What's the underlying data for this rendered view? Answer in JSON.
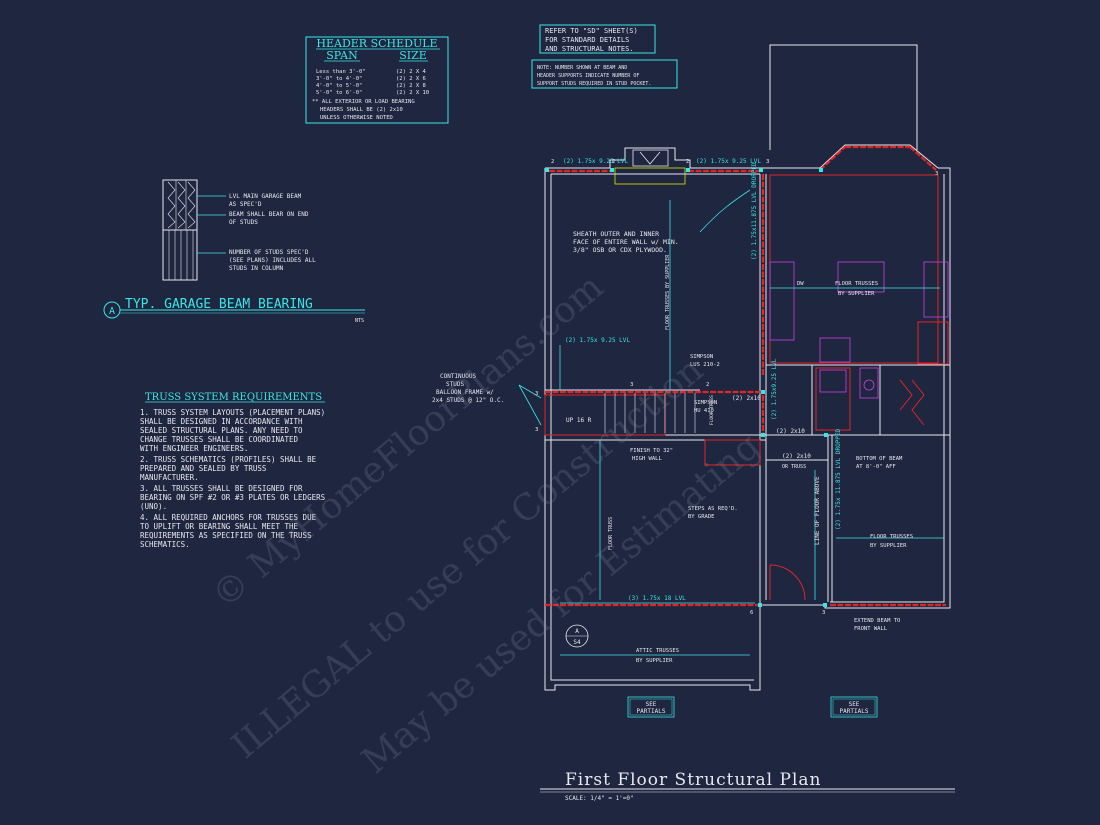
{
  "header_schedule": {
    "title": "HEADER SCHEDULE",
    "col_span": "SPAN",
    "col_size": "SIZE",
    "rows": [
      {
        "span": "Less than 3'-0\"",
        "size": "(2) 2 X 4"
      },
      {
        "span": "3'-0\" to 4'-0\"",
        "size": "(2) 2 X 6"
      },
      {
        "span": "4'-0\" to 5'-0\"",
        "size": "(2) 2 X 8"
      },
      {
        "span": "5'-0\" to 6'-0\"",
        "size": "(2) 2 X 10"
      }
    ],
    "note_1": "** ALL EXTERIOR OR LOAD BEARING",
    "note_2": "HEADERS SHALL BE (2) 2x10",
    "note_3": "UNLESS OTHERWISE NOTED"
  },
  "refer_box": {
    "line_1": "REFER TO \"SD\" SHEET(S)",
    "line_2": "FOR STANDARD DETAILS",
    "line_3": "AND STRUCTURAL NOTES."
  },
  "note_box": {
    "line_1": "NOTE: NUMBER SHOWN AT BEAM AND",
    "line_2": "HEADER SUPPORTS INDICATE NUMBER OF",
    "line_3": "SUPPORT STUDS REQUIRED IN STUD POCKET."
  },
  "beam_detail": {
    "label_1a": "LVL MAIN GARAGE BEAM",
    "label_1b": "AS SPEC'D",
    "label_2a": "BEAM SHALL BEAR ON END",
    "label_2b": "OF STUDS",
    "label_3a": "NUMBER OF STUDS SPEC'D",
    "label_3b": "(SEE PLANS) INCLUDES ALL",
    "label_3c": "STUDS IN COLUMN",
    "marker": "A",
    "title": "TYP. GARAGE BEAM BEARING",
    "scale": "NTS"
  },
  "truss": {
    "title": "TRUSS SYSTEM REQUIREMENTS",
    "lines": [
      "1. TRUSS SYSTEM LAYOUTS (PLACEMENT PLANS)",
      "SHALL BE DESIGNED IN ACCORDANCE WITH",
      "SEALED STRUCTURAL PLANS. ANY NEED TO",
      "CHANGE TRUSSES SHALL BE COORDINATED",
      "WITH ENGINEER ENGINEERS.",
      "2. TRUSS SCHEMATICS (PROFILES) SHALL BE",
      "PREPARED AND SEALED BY TRUSS",
      "MANUFACTURER.",
      "3. ALL TRUSSES SHALL BE DESIGNED FOR",
      "BEARING ON SPF #2 OR #3 PLATES OR LEDGERS",
      "(UNO).",
      "4. ALL REQUIRED ANCHORS FOR TRUSSES DUE",
      "TO UPLIFT OR BEARING SHALL MEET THE",
      "REQUIREMENTS AS SPECIFIED ON THE TRUSS",
      "SCHEMATICS."
    ]
  },
  "plan": {
    "lvl_top_left": "(2) 1.75x 9.25 LVL",
    "lvl_top_right": "(2) 1.75x 9.25 LVL",
    "lvl_vert_top": "(2) 1.75x11.875 LVL DROPPED",
    "sheath_1": "SHEATH OUTER AND INNER",
    "sheath_2": "FACE OF ENTIRE WALL w/ MIN.",
    "sheath_3": "3/8\" OSB OR CDX PLYWOOD.",
    "floor_trusses_v": "FLOOR TRUSSES BY SUPPLIER",
    "dw": "DW",
    "floor_trusses_1a": "FLOOR TRUSSES",
    "floor_trusses_1b": "BY SUPPLIER",
    "lvl_mid": "(2) 1.75x 9.25 LVL",
    "cont_1": "CONTINUOUS",
    "cont_2": "STUDS",
    "cont_3": "BALLOON FRAME w/",
    "cont_4": "2x4 STUDS @ 12\" O.C.",
    "simpson_1a": "SIMPSON",
    "simpson_1b": "LUS 210-2",
    "simpson_2a": "SIMPSON",
    "simpson_2b": "HU 410",
    "lvl_vert_mid": "(2) 1.75x9.25 LVL",
    "x2x10_a": "(2) 2x10",
    "x2x10_b": "(2) 2x10",
    "x2x10_c": "(2) 2x10",
    "floor_truss_small": "FLOOR TRUSS",
    "or_truss": "OR TRUSS",
    "up_16r": "UP 16 R",
    "finish_1": "FINISH TO 32\"",
    "finish_2": "HIGH WALL",
    "bottom_1": "BOTTOM OF BEAM",
    "bottom_2": "AT 8'-0\" AFF",
    "steps_1": "STEPS AS REQ'D.",
    "steps_2": "BY GRADE",
    "floor_trusses_left": "FLOOR TRUSS",
    "line_floor_above": "LINE OF FLOOR ABOVE",
    "lvl_vert_low": "(2) 1.75x 11.875 LVL DROPPED",
    "floor_trusses_2a": "FLOOR TRUSSES",
    "floor_trusses_2b": "BY SUPPLIER",
    "lvl_garage": "(3) 1.75x 18 LVL",
    "extend_1": "EXTEND BEAM TO",
    "extend_2": "FRONT WALL",
    "section_top": "A",
    "section_bot": "S4",
    "attic_1": "ATTIC TRUSSES",
    "attic_2": "BY SUPPLIER",
    "see_1a": "SEE",
    "see_1b": "PARTIALS",
    "see_2a": "SEE",
    "see_2b": "PARTIALS",
    "n3": "3",
    "n2": "2",
    "n6": "6"
  },
  "sheet": {
    "title": "First Floor Structural Plan",
    "scale": "SCALE: 1/4\" = 1'=0\""
  },
  "watermark": {
    "line_1": "© MyHomeFloorPlans.com",
    "line_2": "ILLEGAL to use for Construction",
    "line_3": "May be used for Estimating"
  },
  "colors": {
    "background": "#1f2640",
    "cyan": "#38e6e6",
    "white": "#e8e8ee",
    "red": "#e02525",
    "magenta": "#d040e0",
    "yellow": "#e6e600"
  }
}
